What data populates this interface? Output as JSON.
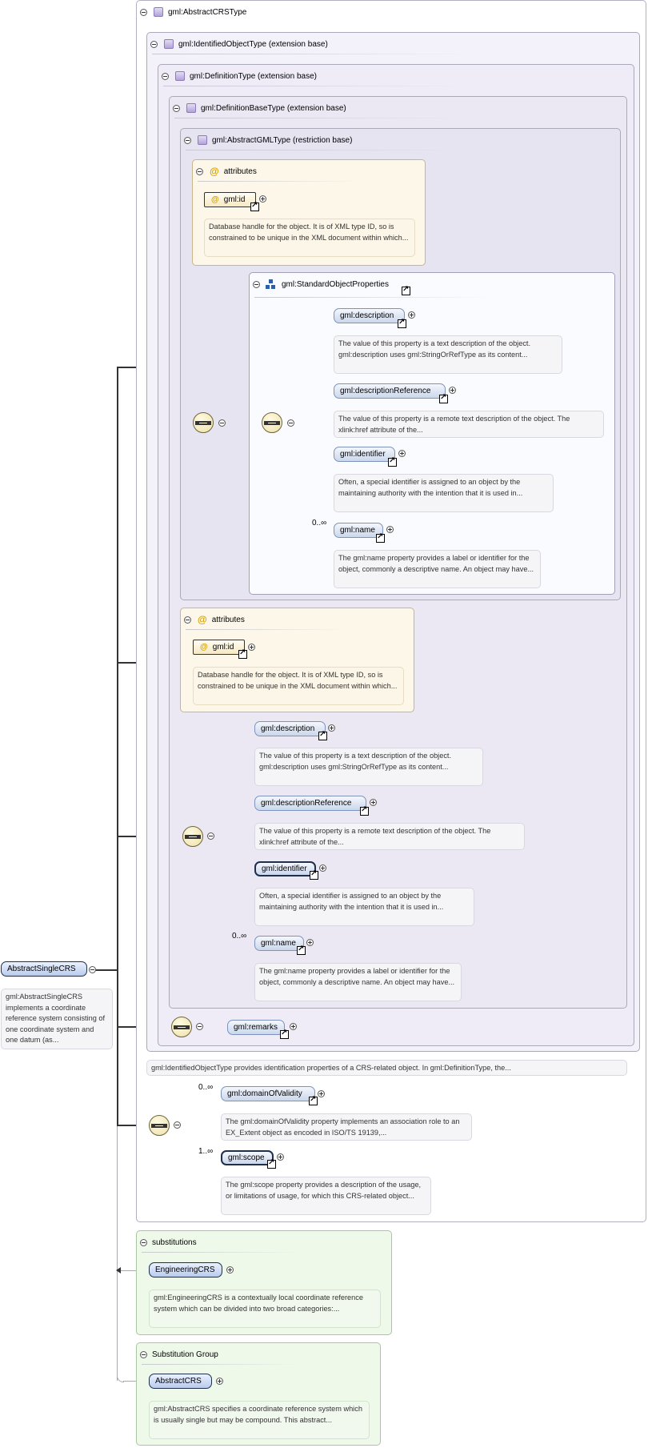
{
  "root": {
    "name": "AbstractSingleCRS",
    "doc": "gml:AbstractSingleCRS implements a coordinate reference system consisting of one coordinate system and one datum (as..."
  },
  "type_frames": {
    "abstract_crs_type": "gml:AbstractCRSType",
    "identified_object_type": "gml:IdentifiedObjectType (extension base)",
    "definition_type": "gml:DefinitionType (extension base)",
    "definition_base_type": "gml:DefinitionBaseType (extension base)",
    "abstract_gml_type": "gml:AbstractGMLType (restriction base)"
  },
  "attributes_inner": {
    "title": "attributes",
    "attr_name": "gml:id",
    "doc": "Database handle for the object. It is of XML type ID, so is constrained to be unique in the XML document within which..."
  },
  "standard_object_properties": {
    "title": "gml:StandardObjectProperties",
    "elements": [
      {
        "name": "gml:description",
        "doc": "The value of this property is a text description of the object. gml:description uses gml:StringOrRefType as its content..."
      },
      {
        "name": "gml:descriptionReference",
        "doc": "The value of this property is a remote text description of the object. The xlink:href attribute of the..."
      },
      {
        "name": "gml:identifier",
        "doc": "Often, a special identifier is assigned to an object by the maintaining authority with the intention that it is used in..."
      },
      {
        "name": "gml:name",
        "card": "0..∞",
        "doc": "The gml:name property provides a label or identifier for the object, commonly a descriptive name. An object may have..."
      }
    ]
  },
  "attributes_outer": {
    "title": "attributes",
    "attr_name": "gml:id",
    "doc": "Database handle for the object. It is of XML type ID, so is constrained to be unique in the XML document within which..."
  },
  "definition_base_elements": [
    {
      "name": "gml:description",
      "doc": "The value of this property is a text description of the object. gml:description uses gml:StringOrRefType as its content..."
    },
    {
      "name": "gml:descriptionReference",
      "doc": "The value of this property is a remote text description of the object. The xlink:href attribute of the..."
    },
    {
      "name": "gml:identifier",
      "doc": "Often, a special identifier is assigned to an object by the maintaining authority with the intention that it is used in..."
    },
    {
      "name": "gml:name",
      "card": "0..∞",
      "doc": "The gml:name property provides a label or identifier for the object, commonly a descriptive name. An object may have..."
    }
  ],
  "remarks": {
    "name": "gml:remarks"
  },
  "identified_object_doc": "gml:IdentifiedObjectType provides identification properties of a CRS-related object. In gml:DefinitionType, the...",
  "crs_elements": [
    {
      "name": "gml:domainOfValidity",
      "card": "0..∞",
      "doc": "The gml:domainOfValidity property implements an association role to an EX_Extent object as encoded in ISO/TS 19139,..."
    },
    {
      "name": "gml:scope",
      "card": "1..∞",
      "doc": "The gml:scope property provides a description of the usage, or limitations of usage, for which this CRS-related object..."
    }
  ],
  "substitutions": {
    "title": "substitutions",
    "element": "EngineeringCRS",
    "doc": "gml:EngineeringCRS is a contextually local coordinate reference system which can be divided into two broad categories:..."
  },
  "substitution_group": {
    "title": "Substitution Group",
    "element": "AbstractCRS",
    "doc": "gml:AbstractCRS specifies a coordinate reference system which is usually single but may be compound. This abstract..."
  }
}
